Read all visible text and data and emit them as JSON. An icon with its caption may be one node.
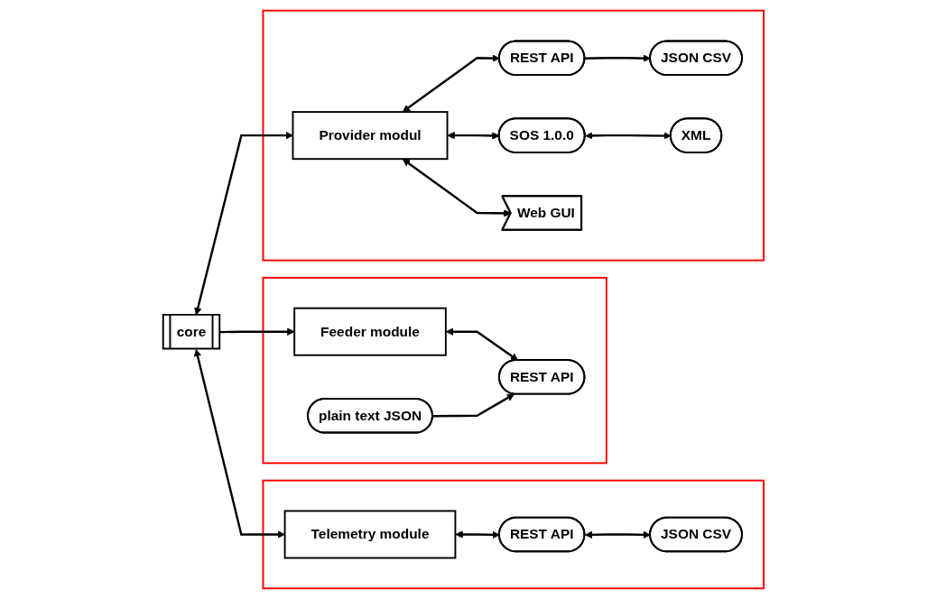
{
  "diagram": {
    "nodes": [
      {
        "text": [],
        "shape": "box"
      },
      {
        "text": [
          "Feeder module"
        ],
        "in": 0
      },
      {
        "text": [
          "REST API"
        ],
        "in": 0
      },
      {
        "text": [
          "plain text JSON"
        ],
        "in": 0
      },
      {
        "text": [],
        "shape": "box"
      },
      {
        "text": [
          "core"
        ]
      },
      {
        "text": [
          "Telemetry module"
        ],
        "in": 4
      },
      {
        "text": [
          "REST API"
        ],
        "in": 4
      },
      {
        "text": [
          "JSON CSV"
        ],
        "in": 4
      },
      {
        "text": [],
        "shape": "box"
      },
      {
        "text": [
          "Provider modul"
        ],
        "in": 9
      },
      {
        "text": [
          "REST API"
        ],
        "in": 9
      },
      {
        "text": [
          "JSON CSV"
        ],
        "in": 9
      },
      {
        "text": [
          "SOS 1.0.0"
        ],
        "in": 9
      },
      {
        "text": [
          "XML"
        ],
        "in": 9
      },
      {
        "text": [
          "Web GUI"
        ],
        "in": 9
      }
    ],
    "edges": [
      {
        "from": 5,
        "to": 1,
        "arrow": "to"
      },
      {
        "from": 1,
        "to": 2,
        "arrow": "both"
      },
      {
        "from": 3,
        "to": 2,
        "arrow": "to"
      },
      {
        "from": 5,
        "to": 6,
        "arrow": "both"
      },
      {
        "from": 6,
        "to": 7,
        "arrow": "both"
      },
      {
        "from": 7,
        "to": 8,
        "arrow": "both"
      },
      {
        "from": 5,
        "to": 10,
        "arrow": "both"
      },
      {
        "from": 10,
        "to": 11,
        "arrow": "both"
      },
      {
        "from": 10,
        "to": 13,
        "arrow": "both"
      },
      {
        "from": 11,
        "to": 12,
        "arrow": "to"
      },
      {
        "from": 13,
        "to": 14,
        "arrow": "both"
      },
      {
        "from": 10,
        "to": 15,
        "arrow": "both"
      }
    ]
  }
}
